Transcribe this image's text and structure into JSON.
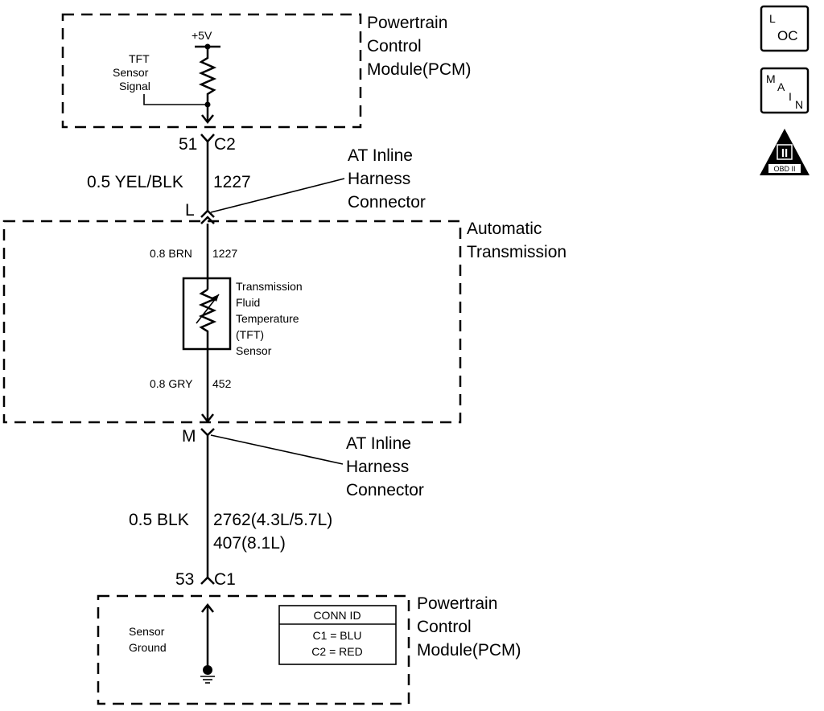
{
  "pcm_top": {
    "title_lines": [
      "Powertrain",
      "Control",
      "Module(PCM)"
    ],
    "voltage": "+5V",
    "signal_lines": [
      "TFT",
      "Sensor",
      "Signal"
    ]
  },
  "connector_c2": {
    "pin": "51",
    "name": "C2"
  },
  "wire_yel_blk": {
    "label": "0.5 YEL/BLK",
    "circuit": "1227"
  },
  "inline_connector_l": {
    "pin": "L",
    "label_lines": [
      "AT Inline",
      "Harness",
      "Connector"
    ]
  },
  "transmission": {
    "title_lines": [
      "Automatic",
      "Transmission"
    ],
    "wire_brn": {
      "label": "0.8 BRN",
      "circuit": "1227"
    },
    "sensor_lines": [
      "Transmission",
      "Fluid",
      "Temperature",
      "(TFT)",
      "Sensor"
    ],
    "wire_gry": {
      "label": "0.8 GRY",
      "circuit": "452"
    }
  },
  "inline_connector_m": {
    "pin": "M",
    "label_lines": [
      "AT Inline",
      "Harness",
      "Connector"
    ]
  },
  "wire_blk": {
    "label": "0.5 BLK",
    "circuit_lines": [
      "2762(4.3L/5.7L)",
      "407(8.1L)"
    ]
  },
  "connector_c1": {
    "pin": "53",
    "name": "C1"
  },
  "pcm_bottom": {
    "title_lines": [
      "Powertrain",
      "Control",
      "Module(PCM)"
    ],
    "ground_lines": [
      "Sensor",
      "Ground"
    ],
    "conn_id": {
      "header": "CONN ID",
      "rows": [
        "C1 = BLU",
        "C2 = RED"
      ]
    }
  },
  "icons": {
    "loc": {
      "l": "L",
      "oc": "OC"
    },
    "main": {
      "m": "M",
      "a": "A",
      "i": "I",
      "n": "N"
    },
    "obd": {
      "roman": "II",
      "label": "OBD II"
    }
  }
}
